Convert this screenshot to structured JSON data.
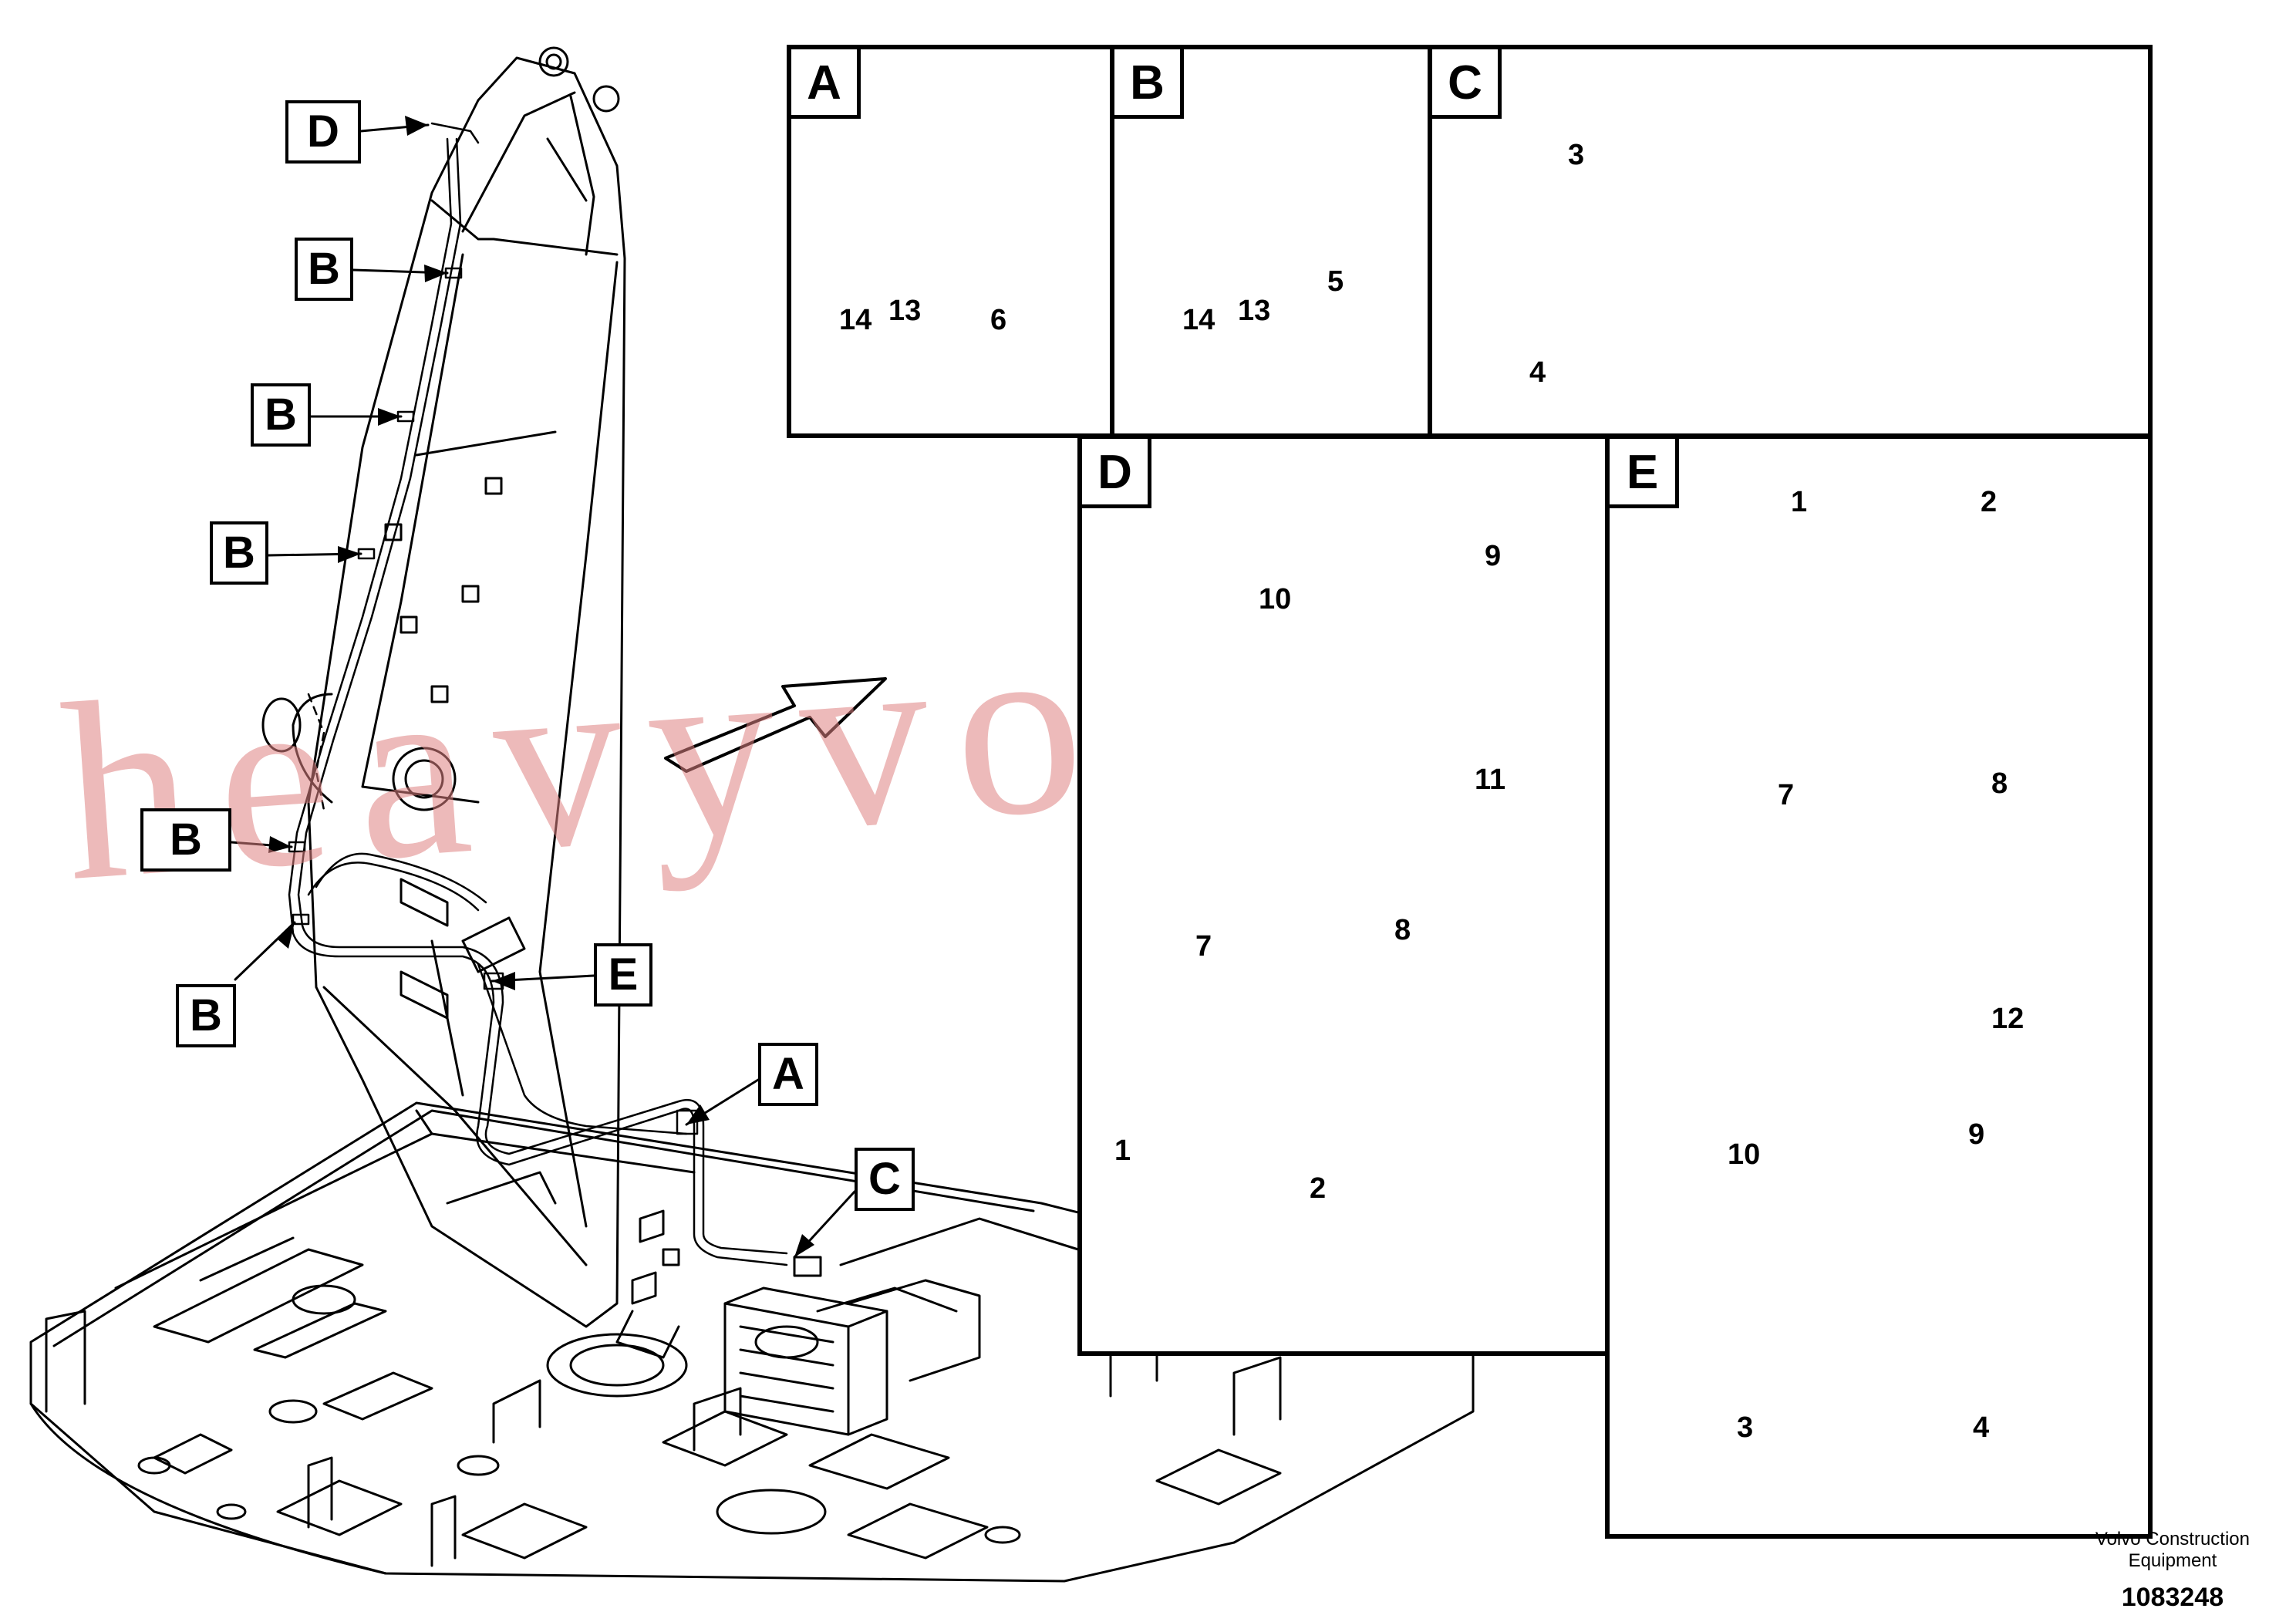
{
  "callouts": {
    "main": [
      "D",
      "B",
      "B",
      "B",
      "B",
      "B",
      "E",
      "A",
      "C"
    ]
  },
  "panels": {
    "A": {
      "tag": "A",
      "labels": [
        "14",
        "13",
        "6"
      ]
    },
    "B": {
      "tag": "B",
      "labels": [
        "14",
        "13",
        "5"
      ]
    },
    "C": {
      "tag": "C",
      "labels": [
        "3",
        "4"
      ]
    },
    "D": {
      "tag": "D",
      "labels": [
        "9",
        "10",
        "11",
        "7",
        "8",
        "1",
        "2"
      ]
    },
    "E": {
      "tag": "E",
      "labels": [
        "1",
        "2",
        "7",
        "8",
        "12",
        "10",
        "9",
        "3",
        "4"
      ]
    }
  },
  "watermark": "heavyvolvo.com",
  "footer": {
    "manufacturer_line1": "Volvo Construction",
    "manufacturer_line2": "Equipment",
    "drawing_number": "1083248"
  }
}
